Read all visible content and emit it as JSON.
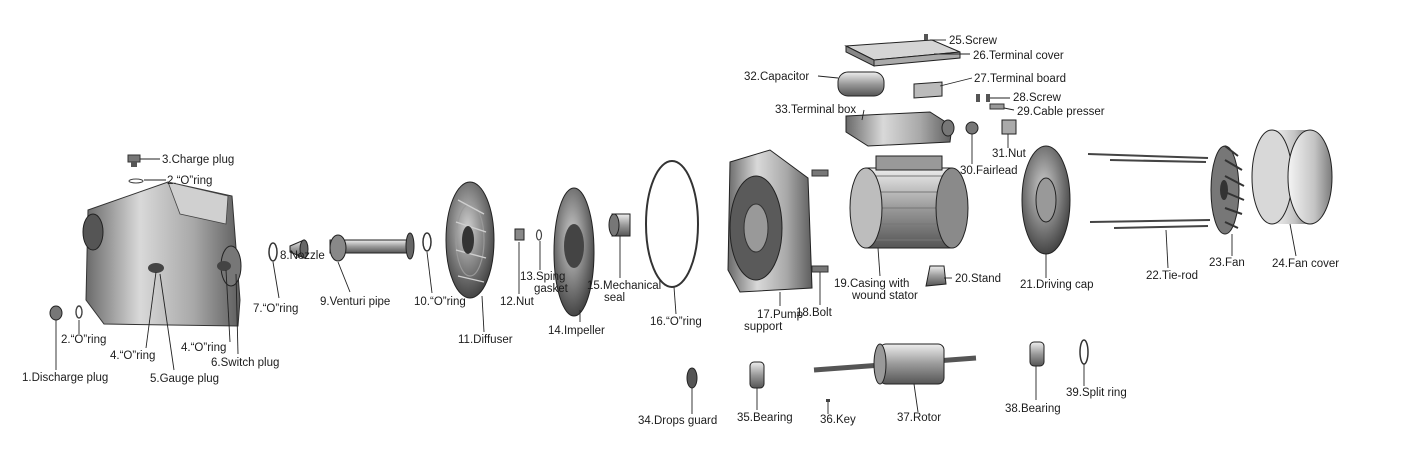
{
  "parts": [
    {
      "id": 1,
      "label": "1.Discharge plug"
    },
    {
      "id": 2,
      "label": "2.“O”ring"
    },
    {
      "id": 3,
      "label": "3.Charge plug"
    },
    {
      "id": 4,
      "label": "4.“O”ring"
    },
    {
      "id": 5,
      "label": "5.Gauge plug"
    },
    {
      "id": 6,
      "label": "6.Switch plug"
    },
    {
      "id": 7,
      "label": "7.“O”ring"
    },
    {
      "id": 8,
      "label": "8.Nozzle"
    },
    {
      "id": 9,
      "label": "9.Venturi pipe"
    },
    {
      "id": 10,
      "label": "10.“O”ring"
    },
    {
      "id": 11,
      "label": "11.Diffuser"
    },
    {
      "id": 12,
      "label": "12.Nut"
    },
    {
      "id": 13,
      "label": [
        "13.Sping",
        "gasket"
      ]
    },
    {
      "id": 14,
      "label": "14.Impeller"
    },
    {
      "id": 15,
      "label": [
        "15.Mechanical",
        "seal"
      ]
    },
    {
      "id": 16,
      "label": "16.“O”ring"
    },
    {
      "id": 17,
      "label": [
        "17.Pump",
        "support"
      ]
    },
    {
      "id": 18,
      "label": "18.Bolt"
    },
    {
      "id": 19,
      "label": [
        "19.Casing with",
        "wound stator"
      ]
    },
    {
      "id": 20,
      "label": "20.Stand"
    },
    {
      "id": 21,
      "label": "21.Driving cap"
    },
    {
      "id": 22,
      "label": "22.Tie-rod"
    },
    {
      "id": 23,
      "label": "23.Fan"
    },
    {
      "id": 24,
      "label": "24.Fan cover"
    },
    {
      "id": 25,
      "label": "25.Screw"
    },
    {
      "id": 26,
      "label": "26.Terminal cover"
    },
    {
      "id": 27,
      "label": "27.Terminal board"
    },
    {
      "id": 28,
      "label": "28.Screw"
    },
    {
      "id": 29,
      "label": "29.Cable presser"
    },
    {
      "id": 30,
      "label": "30.Fairlead"
    },
    {
      "id": 31,
      "label": "31.Nut"
    },
    {
      "id": 32,
      "label": "32.Capacitor"
    },
    {
      "id": 33,
      "label": "33.Terminal box"
    },
    {
      "id": 34,
      "label": "34.Drops guard"
    },
    {
      "id": 35,
      "label": "35.Bearing"
    },
    {
      "id": 36,
      "label": "36.Key"
    },
    {
      "id": 37,
      "label": "37.Rotor"
    },
    {
      "id": 38,
      "label": "38.Bearing"
    },
    {
      "id": 39,
      "label": "39.Split ring"
    },
    {
      "id": "2b",
      "label": "2.“O”ring"
    },
    {
      "id": "4b",
      "label": "4.“O”ring"
    }
  ]
}
